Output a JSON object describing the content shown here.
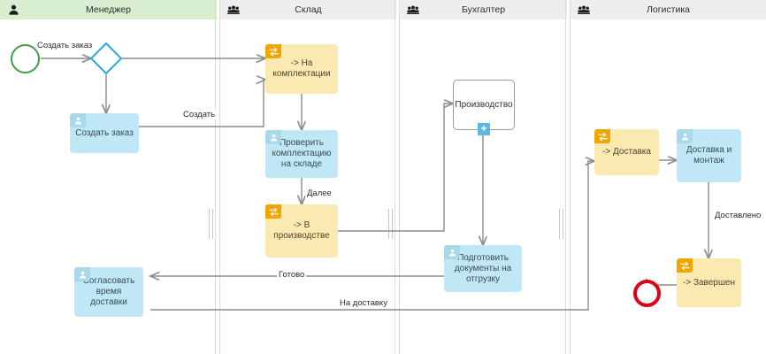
{
  "diagram": {
    "title": "BPMN process diagram",
    "colors": {
      "lane_manager_header": "#d8eed1",
      "lane_other_header": "#efeded",
      "user_task": "#bfe7f5",
      "service_task": "#fae9b0",
      "service_marker": "#f0a500",
      "user_marker": "#a9d8ea",
      "gateway_stroke": "#29a8e0",
      "start_event": "#3d9e46",
      "end_event": "#e00013",
      "connector": "#8c8c8c",
      "subprocess_plus": "#5bb7e0"
    }
  },
  "lanes": [
    {
      "id": "manager",
      "label": "Менеджер",
      "icon": "single-person-icon"
    },
    {
      "id": "warehouse",
      "label": "Склад",
      "icon": "group-people-icon"
    },
    {
      "id": "accountant",
      "label": "Бухгалтер",
      "icon": "group-people-icon"
    },
    {
      "id": "logistics",
      "label": "Логистика",
      "icon": "group-people-icon"
    }
  ],
  "nodes": {
    "start_event": {
      "type": "start-event",
      "label": ""
    },
    "gateway": {
      "type": "exclusive-gateway",
      "label": ""
    },
    "create_order": {
      "type": "user-task",
      "label": "Создать заказ",
      "marker": "user-icon"
    },
    "to_picking": {
      "type": "service-task",
      "label": "-> На комплектации",
      "marker": "exchange-icon"
    },
    "check_picking": {
      "type": "user-task",
      "label": "Проверить комплектацию на складе",
      "marker": "user-icon"
    },
    "in_production": {
      "type": "service-task",
      "label": "-> В производстве",
      "marker": "exchange-icon"
    },
    "production_sub": {
      "type": "collapsed-subprocess",
      "label": "Производство",
      "marker": "plus-icon"
    },
    "prepare_docs": {
      "type": "user-task",
      "label": "Подготовить документы на отгрузку",
      "marker": "user-icon"
    },
    "to_delivery": {
      "type": "service-task",
      "label": "-> Доставка",
      "marker": "exchange-icon"
    },
    "delivery_install": {
      "type": "user-task",
      "label": "Доставка и монтаж",
      "marker": "user-icon"
    },
    "completed": {
      "type": "service-task",
      "label": "-> Завершен",
      "marker": "exchange-icon"
    },
    "agree_time": {
      "type": "user-task",
      "label": "Согласовать время доставки",
      "marker": "user-icon"
    },
    "end_event": {
      "type": "end-event",
      "label": ""
    }
  },
  "edge_labels": {
    "start_to_gateway": "Создать заказ",
    "create_to_picking": "Создать",
    "check_to_production": "Далее",
    "delivered": "Доставлено",
    "ready": "Готово",
    "to_shipping": "На доставку"
  }
}
